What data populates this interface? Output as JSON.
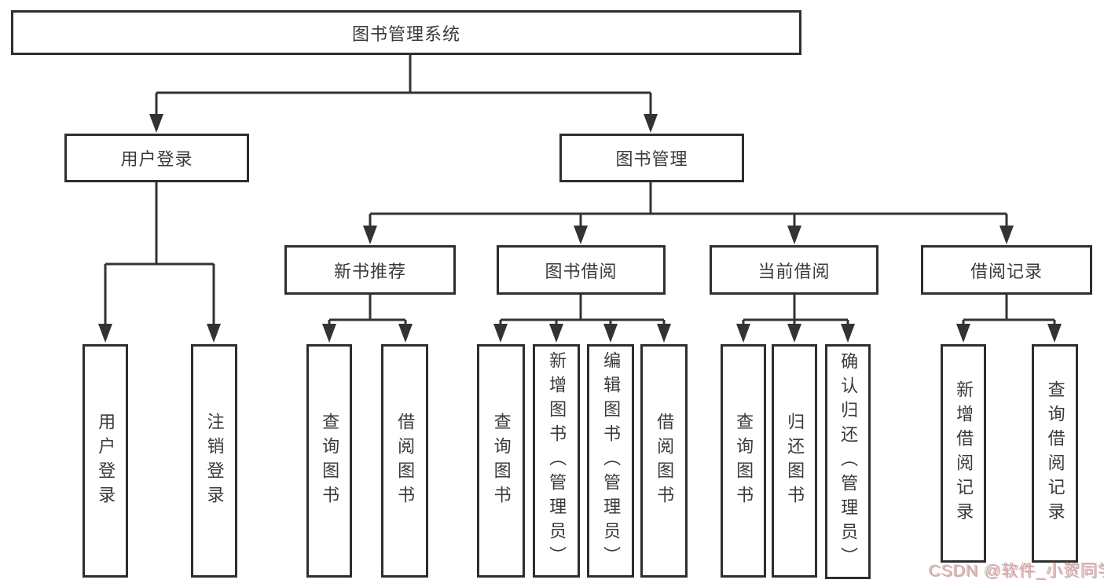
{
  "diagram": {
    "root": {
      "label": "图书管理系统"
    },
    "branches": {
      "user_login": {
        "label": "用户登录",
        "children": [
          "用户登录",
          "注销登录"
        ]
      },
      "book_management": {
        "label": "图书管理",
        "sections": [
          {
            "label": "新书推荐",
            "children": [
              "查询图书",
              "借阅图书"
            ]
          },
          {
            "label": "图书借阅",
            "children": [
              "查询图书",
              "新增图书（管理员）",
              "编辑图书（管理员）",
              "借阅图书"
            ]
          },
          {
            "label": "当前借阅",
            "children": [
              "查询图书",
              "归还图书",
              "确认归还（管理员）"
            ]
          },
          {
            "label": "借阅记录",
            "children": [
              "新增借阅记录",
              "查询借阅记录"
            ]
          }
        ]
      }
    },
    "colors": {
      "line": "#333333",
      "box_border": "#2e2e2e",
      "text": "#3a3a3a",
      "background": "#ffffff",
      "watermark": "#e0a2a2"
    },
    "watermark": "CSDN @软件_小贺同学"
  }
}
